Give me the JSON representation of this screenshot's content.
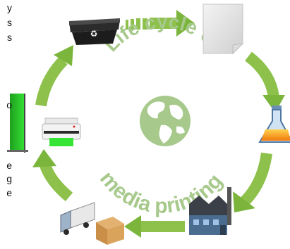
{
  "diagram": {
    "title_top": "Life cycle of",
    "title_bottom": "media printing",
    "accent_color": "#8dc14b",
    "text_color": "#a7c98c",
    "stages": [
      {
        "icon": "recycle-bin-icon"
      },
      {
        "icon": "blank-paper-icon"
      },
      {
        "icon": "chemistry-flask-icon"
      },
      {
        "icon": "factory-icon"
      },
      {
        "icon": "delivery-truck-icon"
      },
      {
        "icon": "printer-icon"
      }
    ],
    "center_icon": "globe-icon"
  },
  "side_text": {
    "fragment_1": "y",
    "fragment_2": "s",
    "fragment_3": "s",
    "fragment_4": "o",
    "fragment_5": "e",
    "fragment_6": "g",
    "fragment_7": "e"
  },
  "banner_icon": "green-banner-icon"
}
